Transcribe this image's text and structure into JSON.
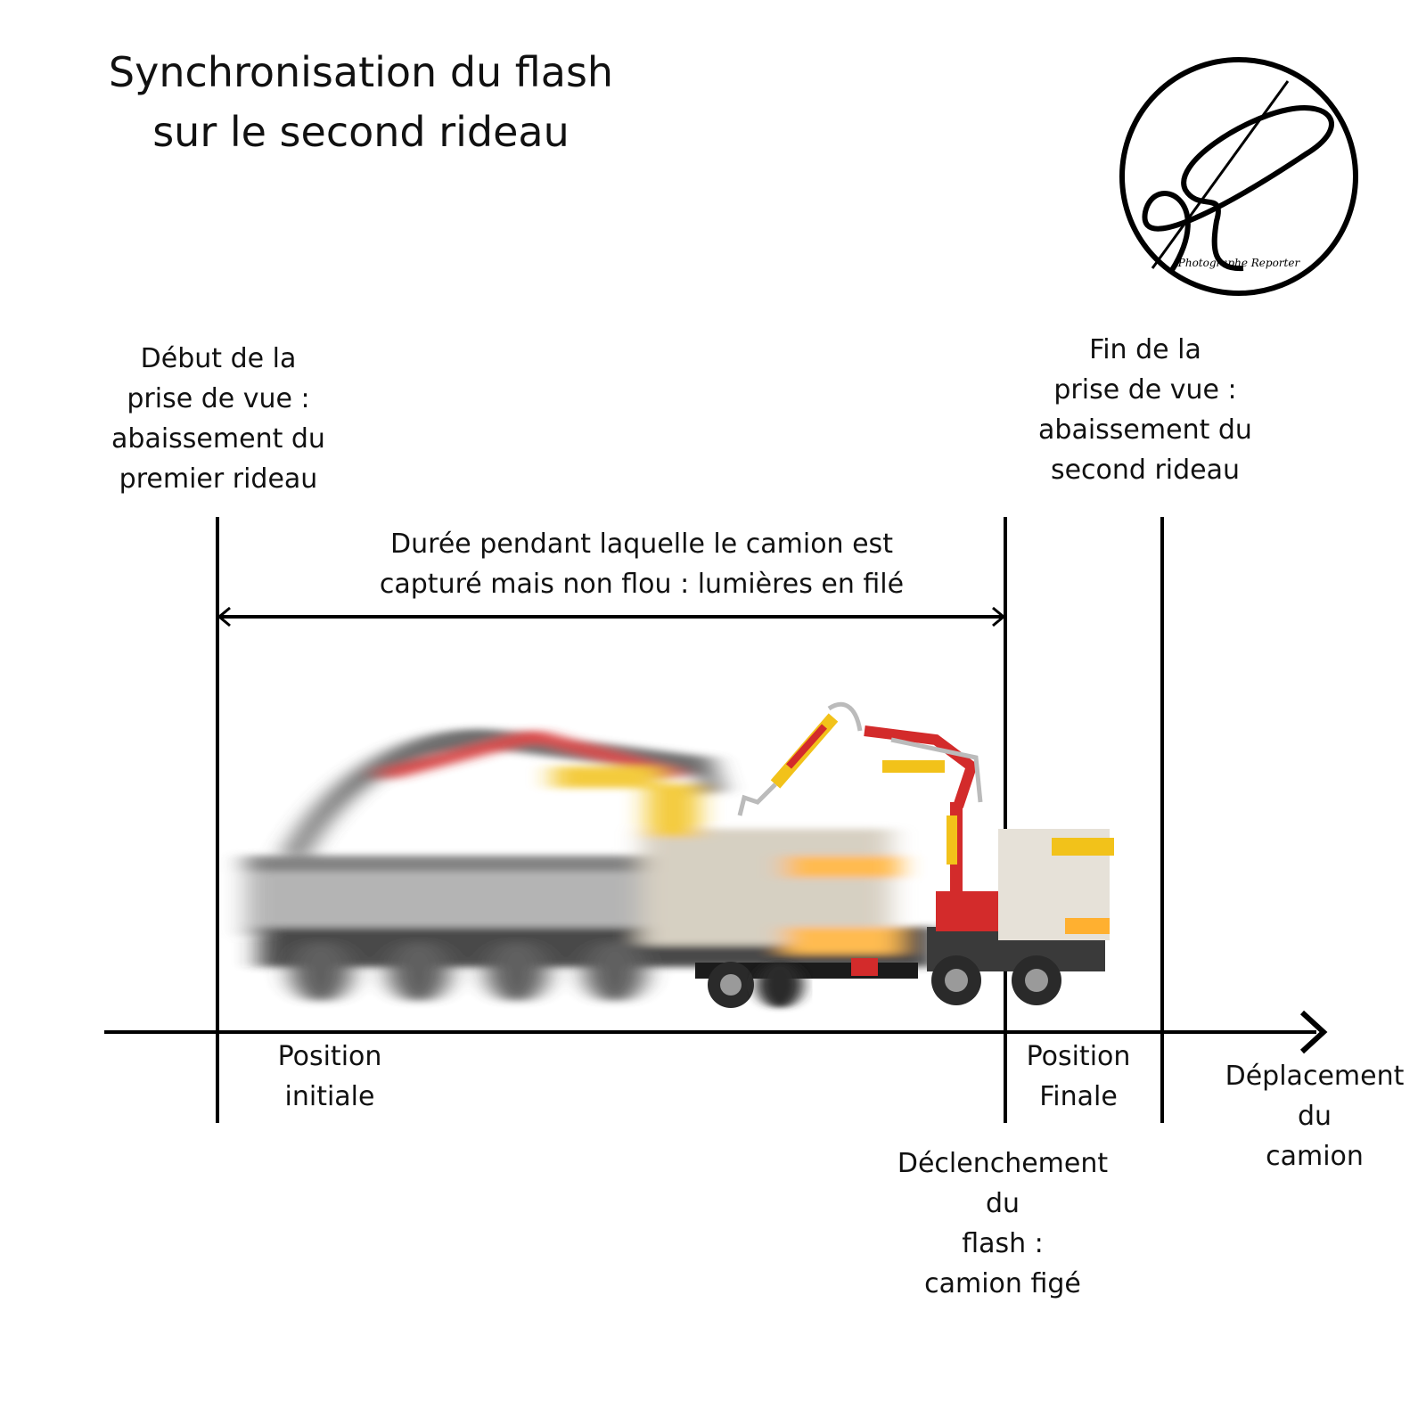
{
  "title": {
    "line1": "Synchronisation du flash",
    "line2": "sur le second rideau"
  },
  "logo": {
    "text": "Photographe Reporter",
    "icon": "photographe-reporter-logo"
  },
  "labels": {
    "start": [
      "Début de la",
      "prise de vue :",
      "abaissement du",
      "premier rideau"
    ],
    "end": [
      "Fin de la",
      "prise de vue :",
      "abaissement du",
      "second rideau"
    ],
    "duration": [
      "Durée pendant laquelle le camion est",
      "capturé mais non flou : lumières en filé"
    ],
    "position_initial": [
      "Position",
      "initiale"
    ],
    "position_final": [
      "Position",
      "Finale"
    ],
    "flash_trigger": [
      "Déclenchement",
      "du",
      "flash :",
      "camion figé"
    ],
    "movement": [
      "Déplacement",
      "du",
      "camion"
    ]
  },
  "illustration": {
    "icon": "blurred-truck-icon",
    "colors": {
      "body": "#a8a8a8",
      "crane_red": "#d32b2b",
      "crane_yellow": "#f2c21a",
      "glow": "#ffb030"
    }
  }
}
